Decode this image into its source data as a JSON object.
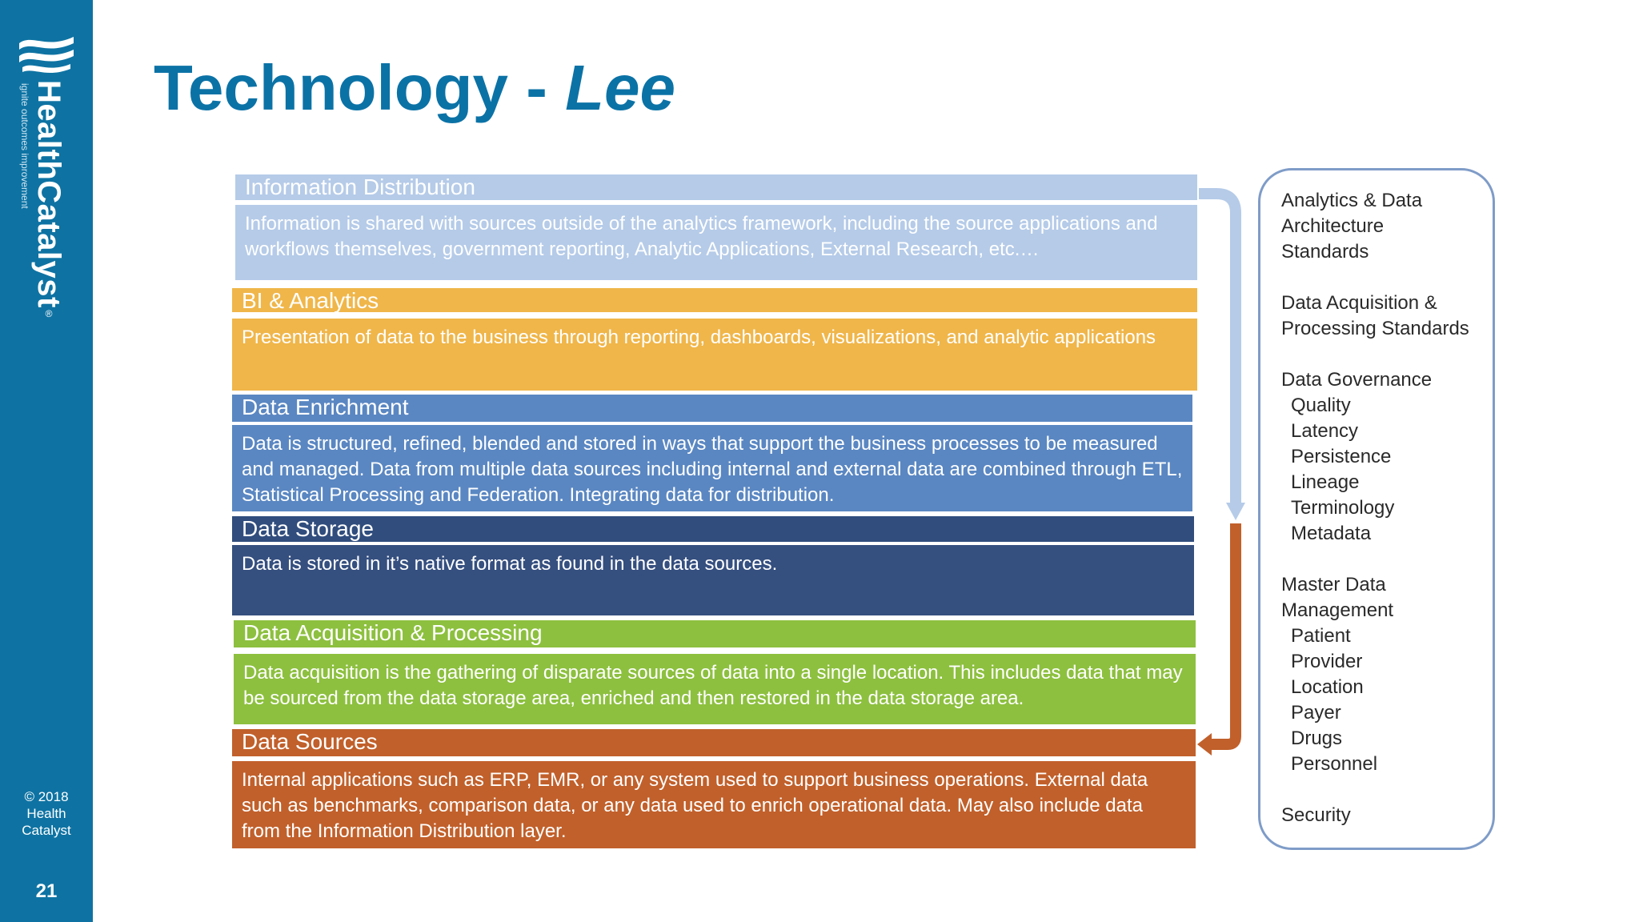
{
  "sidebar": {
    "logo_name": "HealthCatalyst",
    "logo_tagline": "ignite outcomes improvement",
    "trademark": "®",
    "copyright_lines": [
      "© 2018",
      "Health",
      "Catalyst"
    ],
    "page_number": "21"
  },
  "title": {
    "main": "Technology -",
    "emphasis": "Lee"
  },
  "layers": [
    {
      "header": "Information Distribution",
      "body": "Information is shared with sources outside of the analytics framework, including the source applications and workflows themselves, government reporting, Analytic Applications, External Research, etc.…",
      "color": "#b5cbe8"
    },
    {
      "header": "BI & Analytics",
      "body": "Presentation of data to the business through reporting, dashboards, visualizations, and analytic applications",
      "color": "#f0b64a"
    },
    {
      "header": "Data Enrichment",
      "body": "Data is structured, refined, blended and stored in ways that support the business processes to be measured and managed. Data from multiple data sources including internal and external data are combined through ETL, Statistical Processing and Federation. Integrating data for distribution.",
      "color": "#5a87c2"
    },
    {
      "header": "Data Storage",
      "body": "Data is stored in it’s native format as found in the data sources.",
      "color": "#304d7d"
    },
    {
      "header": "Data Acquisition & Processing",
      "body": "Data acquisition is the gathering of disparate sources of data into a single location. This includes data that may be sourced from the data storage area, enriched and then restored in the data storage area.",
      "color": "#8dc03f"
    },
    {
      "header": "Data Sources",
      "body": "Internal applications such as ERP, EMR, or any system used to support business operations.  External data such as benchmarks, comparison data, or any data used to enrich operational data.  May also include data from the Information Distribution layer.",
      "color": "#c1602b"
    }
  ],
  "standards": {
    "items": [
      "Analytics & Data",
      "Architecture",
      "Standards",
      "",
      "Data Acquisition &",
      "Processing Standards",
      "",
      "Data Governance",
      "Quality",
      "Latency",
      "Persistence",
      "Lineage",
      "Terminology",
      "Metadata",
      "",
      "Master Data",
      "Management",
      "Patient",
      "Provider",
      "Location",
      "Payer",
      "Drugs",
      "Personnel",
      "",
      "Security"
    ]
  },
  "colors": {
    "sidebar": "#0e73a3",
    "title": "#0b72a6",
    "arrow_top": "#b5cbe8",
    "arrow_bottom": "#c1602b",
    "standards_border": "#7f9cc8"
  }
}
